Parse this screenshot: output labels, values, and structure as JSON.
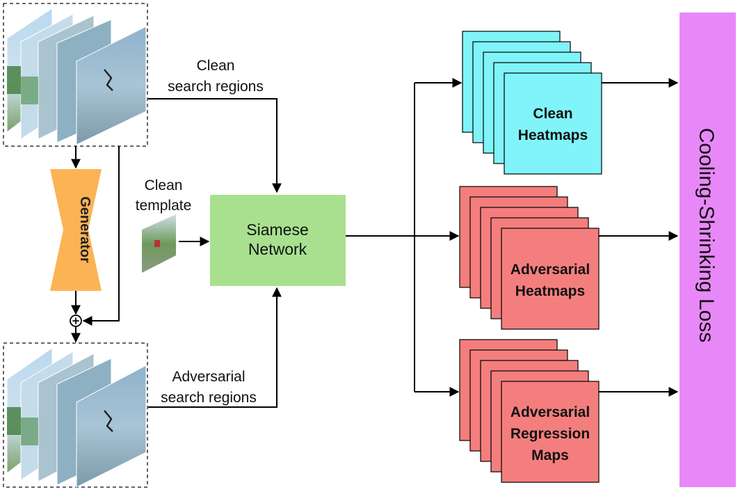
{
  "labels": {
    "clean_search_line1": "Clean",
    "clean_search_line2": "search regions",
    "clean_template_line1": "Clean",
    "clean_template_line2": "template",
    "adv_search_line1": "Adversarial",
    "adv_search_line2": "search regions",
    "generator": "Generator",
    "siamese_line1": "Siamese",
    "siamese_line2": "Network",
    "clean_heatmaps_line1": "Clean",
    "clean_heatmaps_line2": "Heatmaps",
    "adv_heatmaps_line1": "Adversarial",
    "adv_heatmaps_line2": "Heatmaps",
    "adv_reg_line1": "Adversarial",
    "adv_reg_line2": "Regression",
    "adv_reg_line3": "Maps",
    "loss": "Cooling-Shrinking Loss",
    "plus_symbol": "+"
  },
  "colors": {
    "clean_maps": "#80f4f8",
    "adv_maps": "#f47e7e",
    "siamese": "#a8e090",
    "generator": "#fbb454",
    "loss": "#e888f8"
  }
}
